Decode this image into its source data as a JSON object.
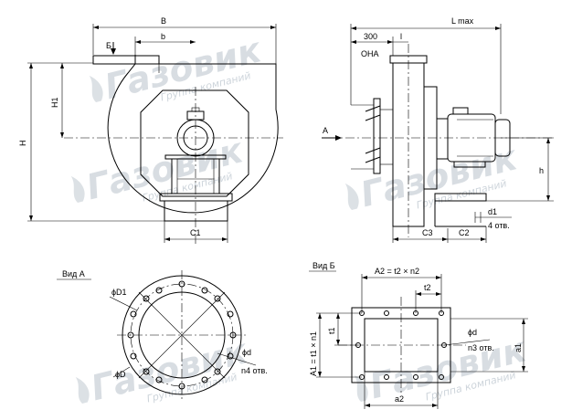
{
  "labels": {
    "B": "B",
    "b": "b",
    "vid_b_arrow": "Б",
    "H": "H",
    "H1": "H1",
    "C1": "C1",
    "L_max": "L max",
    "dim_300": "300",
    "l": "l",
    "OHA": "ОНА",
    "A": "A",
    "h": "h",
    "C3": "C3",
    "C2": "C2",
    "d1": "d1",
    "holes_4": "4 отв.",
    "vid_A": "Вид А",
    "D1": "ϕD1",
    "D": "ϕD",
    "d_left": "ϕd",
    "n4_holes": "n4 отв.",
    "vid_B": "Вид Б",
    "A2": "A2 = t2 × n2",
    "t2": "t2",
    "t1": "t1",
    "A1": "A1 = t1 × n1",
    "d_right": "ϕd",
    "n3_holes": "n3 отв.",
    "a1": "a1",
    "a2": "a2"
  },
  "watermark": {
    "brand": "Газовик",
    "tagline": "Группа компаний",
    "color": "#b9c3cc"
  }
}
